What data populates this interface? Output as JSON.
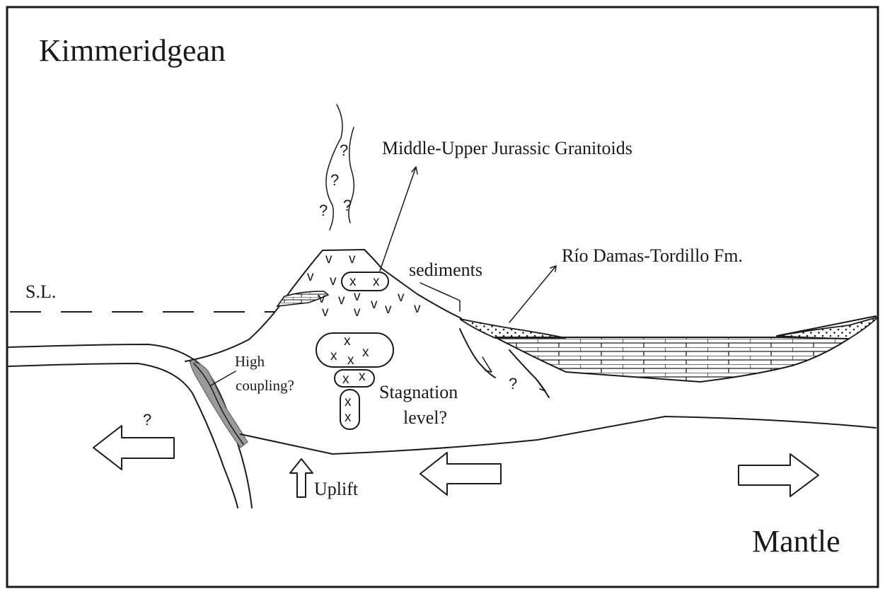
{
  "title": "Kimmeridgean",
  "labels": {
    "sea_level": "S.L.",
    "granitoids": "Middle-Upper Jurassic Granitoids",
    "sediments": "sediments",
    "formation": "Río Damas-Tordillo Fm.",
    "high_coupling_line1": "High",
    "high_coupling_line2": "coupling?",
    "stagnation_line1": "Stagnation",
    "stagnation_line2": "level?",
    "uplift": "Uplift",
    "mantle": "Mantle",
    "question": "?"
  },
  "symbols": {
    "volcanic": "v",
    "plutonic": "x"
  }
}
